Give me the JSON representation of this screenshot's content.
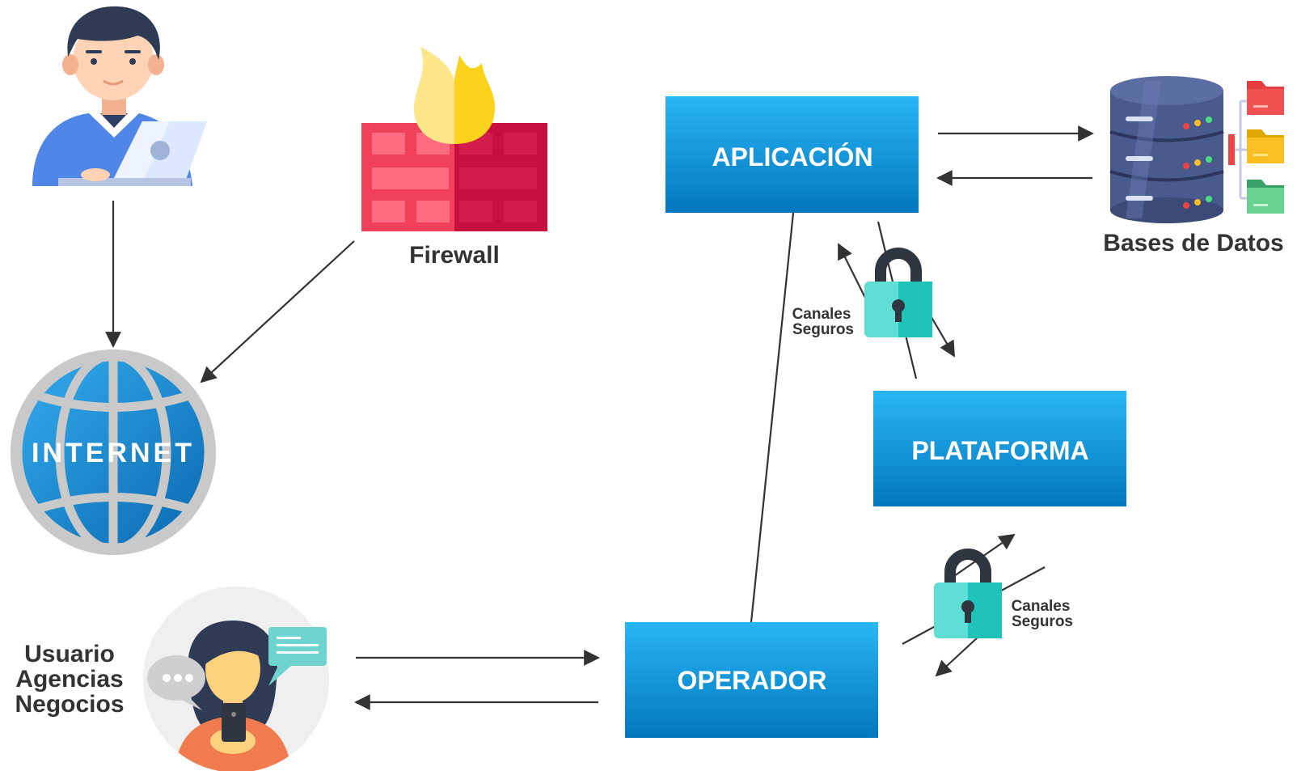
{
  "nodes": {
    "aplicacion": "APLICACIÓN",
    "plataforma": "PLATAFORMA",
    "operador": "OPERADOR",
    "internet": "INTERNET",
    "firewall": "Firewall",
    "bases_de_datos": "Bases de Datos"
  },
  "users": {
    "line1": "Usuario",
    "line2": "Agencias",
    "line3": "Negocios"
  },
  "secure_channel_upper": {
    "line1": "Canales",
    "line2": "Seguros"
  },
  "secure_channel_lower": {
    "line1": "Canales",
    "line2": "Seguros"
  },
  "colors": {
    "box_top": "#29b6f6",
    "box_bottom": "#0277bd",
    "globe_light": "#29a3e8",
    "globe_dark": "#0b6fb8",
    "firewall_brick": "#f0405a",
    "firewall_dark": "#c8103e",
    "flame_light": "#fde68a",
    "flame_dark": "#fcd21c",
    "lock_body": "#5eded5",
    "lock_dark": "#1fc2b6",
    "line": "#333333"
  },
  "icons": [
    "user-laptop-icon",
    "firewall-icon",
    "globe-icon",
    "database-icon",
    "folder-icon",
    "lock-icon",
    "woman-phone-icon",
    "chat-bubble-icon"
  ]
}
